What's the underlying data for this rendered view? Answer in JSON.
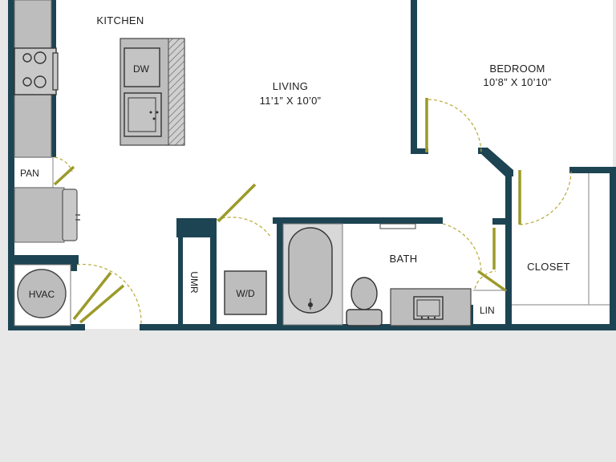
{
  "rooms": {
    "kitchen": {
      "name": "KITCHEN"
    },
    "living": {
      "name": "LIVING",
      "dimensions": "11’1” X 10’0”"
    },
    "bedroom": {
      "name": "BEDROOM",
      "dimensions": "10’8” X 10’10”"
    },
    "bath": {
      "name": "BATH"
    },
    "closet": {
      "name": "CLOSET"
    }
  },
  "fixtures": {
    "pantry": "PAN",
    "hvac": "HVAC",
    "dishwasher": "DW",
    "washer_dryer": "W/D",
    "umr": "UMR",
    "linen": "LIN"
  },
  "colors": {
    "wall": "#1d4453",
    "door": "#9c9a2a",
    "fixture_fill": "#bdbdbd",
    "floor": "#ffffff",
    "background": "#e8e8e8"
  }
}
